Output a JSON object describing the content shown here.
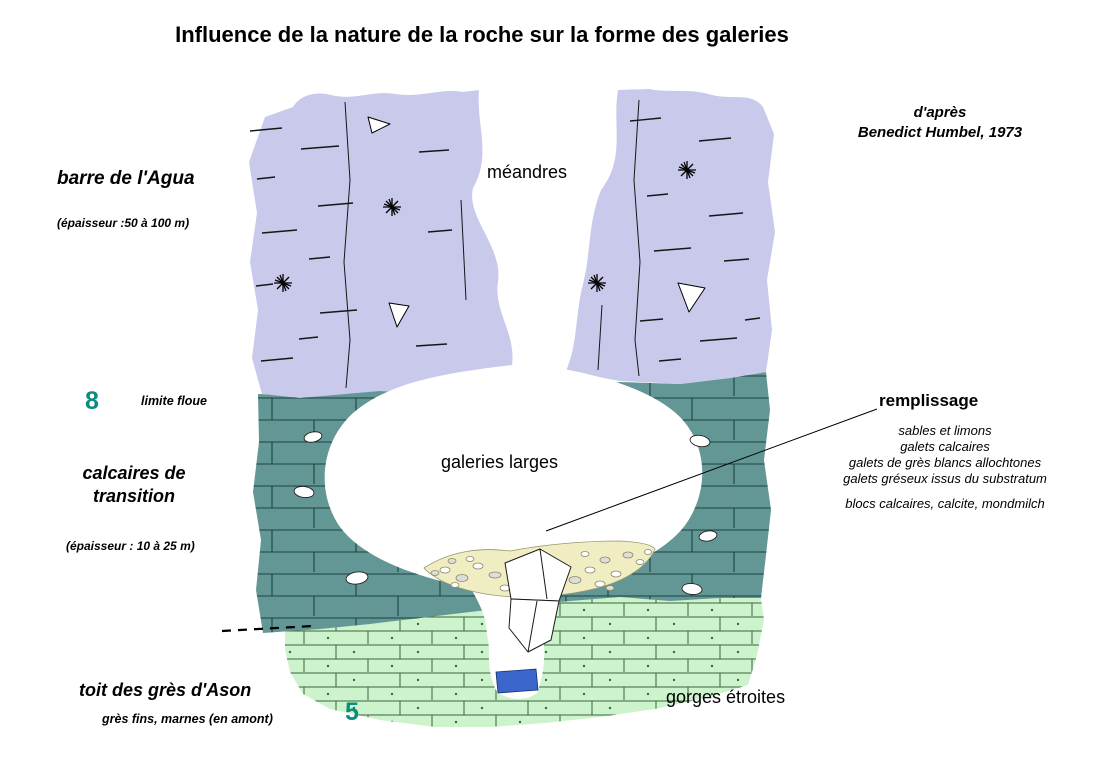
{
  "title": "Influence de la nature de la roche sur la forme des galeries",
  "attribution": {
    "line1": "d'après",
    "line2": "Benedict Humbel, 1973"
  },
  "layers": {
    "upper": {
      "name": "barre de l'Agua",
      "thickness": "(épaisseur :50 à 100 m)",
      "marker": "8"
    },
    "boundary_note": "limite floue",
    "middle": {
      "name_line1": "calcaires de",
      "name_line2": "transition",
      "thickness": "(épaisseur : 10 à 25 m)"
    },
    "lower": {
      "name": "toit des grès d'Ason",
      "subtitle": "grès fins, marnes (en amont)",
      "marker": "5"
    }
  },
  "features": {
    "meanders": "méandres",
    "wide_galleries": "galeries larges",
    "narrow_gorges": "gorges étroites"
  },
  "fill_note": {
    "title": "remplissage",
    "items": [
      "sables et limons",
      "galets calcaires",
      "galets de grès blancs allochtones",
      "galets gréseux issus du substratum",
      "blocs calcaires, calcite, mondmilch"
    ]
  },
  "colors": {
    "upper_rock": "#c9c9ec",
    "middle_rock": "#639795",
    "lower_rock": "#cdf3cc",
    "sediment_fill": "#f1edc3",
    "water": "#3b66cc",
    "marker_numbers": "#0a8d7d"
  }
}
